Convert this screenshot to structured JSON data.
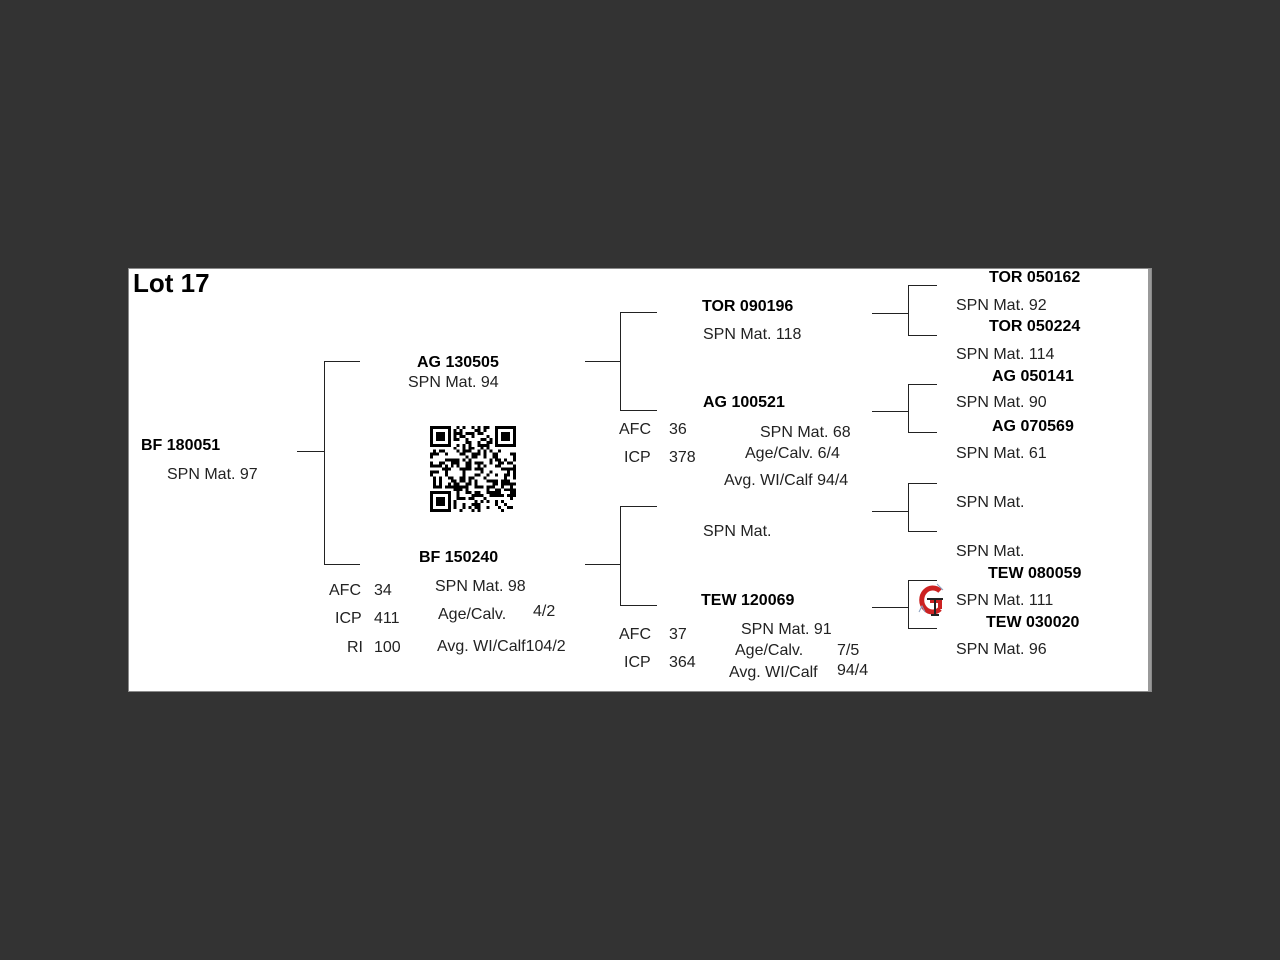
{
  "title": "Lot 17",
  "subject": {
    "id": "BF  180051",
    "spn": "SPN Mat. 97"
  },
  "sire": {
    "id": "AG  130505",
    "spn": "SPN Mat. 94"
  },
  "dam": {
    "id": "BF  150240",
    "spn": "SPN Mat. 98",
    "afc_label": "AFC",
    "afc": "34",
    "icp_label": "ICP",
    "icp": "411",
    "ri_label": "RI",
    "ri": "100",
    "age_calv_label": "Age/Calv.",
    "age_calv": "4/2",
    "avg_wi_calf": "Avg. WI/Calf104/2"
  },
  "sire_sire": {
    "id": "TOR 090196",
    "spn": "SPN Mat. 118"
  },
  "sire_dam": {
    "id": "AG  100521",
    "spn": "SPN Mat. 68",
    "afc_label": "AFC",
    "afc": "36",
    "icp_label": "ICP",
    "icp": "378",
    "age_calv": "Age/Calv.  6/4",
    "avg_wi_calf": "Avg. WI/Calf  94/4"
  },
  "dam_sire": {
    "spn": "SPN Mat."
  },
  "dam_dam": {
    "id": "TEW 120069",
    "spn": "SPN Mat. 91",
    "afc_label": "AFC",
    "afc": "37",
    "icp_label": "ICP",
    "icp": "364",
    "age_calv_label": "Age/Calv.",
    "age_calv": "7/5",
    "avg_wi_calf_label": "Avg. WI/Calf",
    "avg_wi_calf": "94/4"
  },
  "great_grandparents": [
    {
      "id": "TOR 050162",
      "spn": "SPN Mat. 92"
    },
    {
      "id": "TOR 050224",
      "spn": "SPN Mat. 114"
    },
    {
      "id": "AG  050141",
      "spn": "SPN Mat. 90"
    },
    {
      "id": "AG  070569",
      "spn": "SPN Mat. 61"
    },
    {
      "id": "",
      "spn": "SPN Mat."
    },
    {
      "id": "",
      "spn": "SPN Mat."
    },
    {
      "id": "TEW 080059",
      "spn": "SPN Mat. 111"
    },
    {
      "id": "TEW 030020",
      "spn": "SPN Mat. 96"
    }
  ],
  "icons": {
    "qr": "qr-code-icon",
    "logo": "gt-logo-icon"
  },
  "colors": {
    "background": "#333333",
    "paper": "#ffffff",
    "logo_red": "#cc2222"
  }
}
